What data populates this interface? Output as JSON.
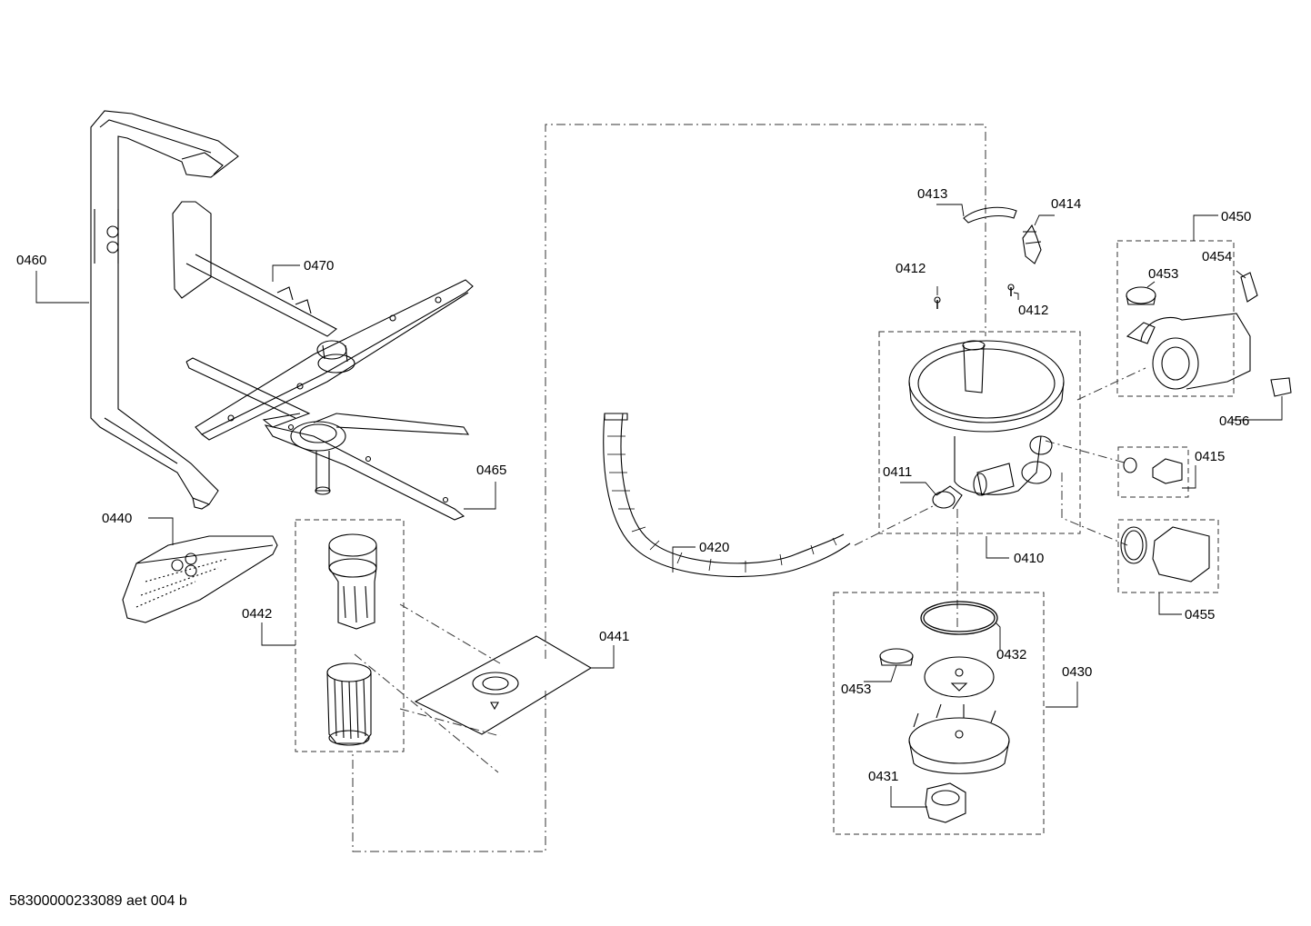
{
  "drawing_code": "58300000233089 aet 004 b",
  "parts": [
    {
      "id": "p0460",
      "label": "0460"
    },
    {
      "id": "p0470",
      "label": "0470"
    },
    {
      "id": "p0465",
      "label": "0465"
    },
    {
      "id": "p0440",
      "label": "0440"
    },
    {
      "id": "p0442",
      "label": "0442"
    },
    {
      "id": "p0441",
      "label": "0441"
    },
    {
      "id": "p0420",
      "label": "0420"
    },
    {
      "id": "p0413",
      "label": "0413"
    },
    {
      "id": "p0414",
      "label": "0414"
    },
    {
      "id": "p0412a",
      "label": "0412"
    },
    {
      "id": "p0412b",
      "label": "0412"
    },
    {
      "id": "p0411",
      "label": "0411"
    },
    {
      "id": "p0410",
      "label": "0410"
    },
    {
      "id": "p0432",
      "label": "0432"
    },
    {
      "id": "p0453b",
      "label": "0453"
    },
    {
      "id": "p0430",
      "label": "0430"
    },
    {
      "id": "p0431",
      "label": "0431"
    },
    {
      "id": "p0450",
      "label": "0450"
    },
    {
      "id": "p0453a",
      "label": "0453"
    },
    {
      "id": "p0454",
      "label": "0454"
    },
    {
      "id": "p0456",
      "label": "0456"
    },
    {
      "id": "p0415",
      "label": "0415"
    },
    {
      "id": "p0455",
      "label": "0455"
    }
  ]
}
